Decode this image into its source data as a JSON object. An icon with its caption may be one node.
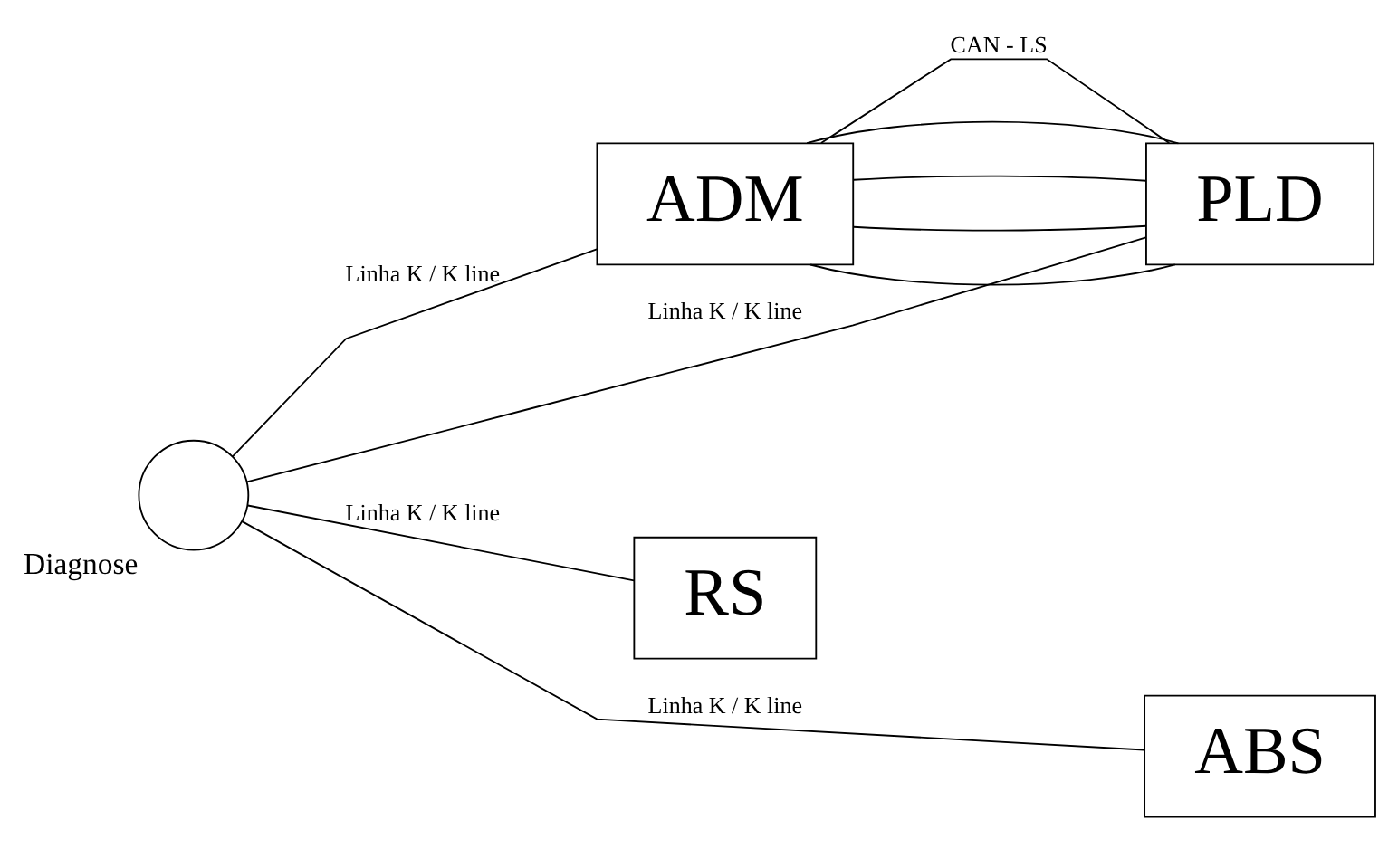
{
  "diagram": {
    "nodes": [
      {
        "text": [
          "ADM"
        ]
      },
      {
        "text": [
          "PLD"
        ]
      },
      {
        "text": [],
        "shape": "circle",
        "beside": [
          "Diagnose"
        ]
      },
      {
        "text": [
          "RS"
        ]
      },
      {
        "text": [
          "ABS"
        ]
      }
    ],
    "edges": [
      {
        "from": 0,
        "to": 1,
        "arrow": "none",
        "label": "CAN - LS"
      },
      {
        "from": 0,
        "to": 1,
        "arrow": "none"
      },
      {
        "from": 0,
        "to": 1,
        "arrow": "none"
      },
      {
        "from": 0,
        "to": 1,
        "arrow": "none"
      },
      {
        "from": 0,
        "to": 1,
        "arrow": "none"
      },
      {
        "from": 2,
        "to": 0,
        "arrow": "none",
        "label": "Linha K / K line"
      },
      {
        "from": 2,
        "to": 1,
        "arrow": "none",
        "label": "Linha K / K line"
      },
      {
        "from": 2,
        "to": 4,
        "arrow": "none",
        "label": "Linha K / K line"
      },
      {
        "from": 2,
        "to": 3,
        "arrow": "none",
        "label": "Linha K / K line"
      }
    ]
  }
}
